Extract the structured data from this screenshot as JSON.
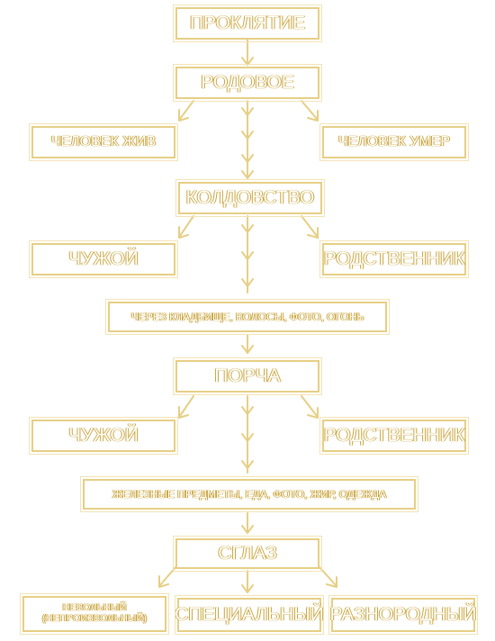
{
  "colors": {
    "border": "#e6cf84",
    "text_outline": "#c9a43c",
    "background": "#ffffff"
  },
  "nodes": {
    "curse": "ПРОКЛЯТИЕ",
    "ancestral": "РОДОВОЕ",
    "person_alive": "ЧЕЛОВЕК ЖИВ",
    "person_dead": "ЧЕЛОВЕК УМЕР",
    "witchcraft": "КОЛДОВСТВО",
    "witchcraft_foreign": "ЧУЖОЙ",
    "witchcraft_relative": "РОДСТВЕННИК",
    "witchcraft_means": "ЧЕРЕЗ КЛАДБИЩЕ, ВОЛОСЫ, ФОТО, ОГОНЬ",
    "damage": "ПОРЧА",
    "damage_foreign": "ЧУЖОЙ",
    "damage_relative": "РОДСТВЕННИК",
    "damage_means": "ЖЕЛЕЗНЫЕ ПРЕДМЕТЫ, ЕДА, ФОТО, ЖИР, ОДЕЖДА",
    "evil_eye": "СГЛАЗ",
    "involuntary_1": "НЕВОЛЬНЫЙ",
    "involuntary_2": "(НЕПРОИЗВОЛЬНЫЙ)",
    "special": "СПЕЦИАЛЬНЫЙ",
    "heterogeneous": "РАЗНОРОДНЫЙ"
  }
}
